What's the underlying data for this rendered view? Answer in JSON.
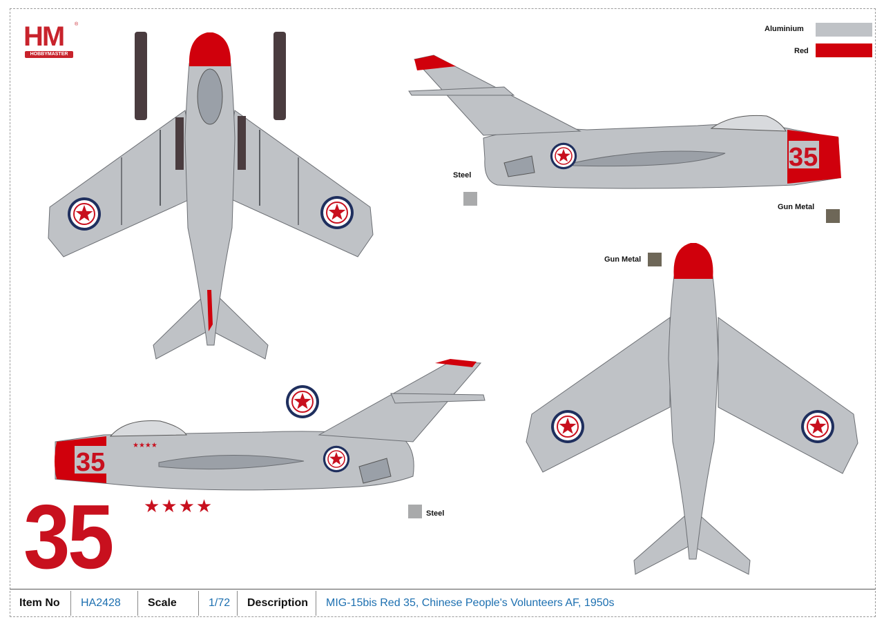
{
  "logo": {
    "mark": "HM",
    "subtitle": "HOBBYMASTER",
    "registered": "®"
  },
  "colors": {
    "aluminium": "#bfc2c6",
    "red": "#d0000c",
    "steel": "#a9aaab",
    "gun_metal": "#6e6758",
    "roundel_blue": "#1f2f5e",
    "number_red": "#c8101e",
    "footer_value": "#1c6fb0"
  },
  "legend": [
    {
      "name": "Aluminium",
      "color": "#bfc2c6"
    },
    {
      "name": "Red",
      "color": "#d0000c"
    }
  ],
  "callouts": {
    "steel_top": "Steel",
    "gun_metal_right": "Gun Metal",
    "gun_metal_bottom": "Gun Metal",
    "steel_bottom": "Steel"
  },
  "markings": {
    "fuselage_number": "35",
    "big_number": "35",
    "victory_stars": "★★★★",
    "small_stars": "★★★★"
  },
  "icons": {
    "roundel": "red-star-roundel-icon",
    "logo": "hobbymaster-logo-icon"
  },
  "footer": {
    "item_label": "Item No",
    "item_value": "HA2428",
    "scale_label": "Scale",
    "scale_value": "1/72",
    "description_label": "Description",
    "description_value": "MIG-15bis Red 35, Chinese People's Volunteers AF, 1950s"
  }
}
